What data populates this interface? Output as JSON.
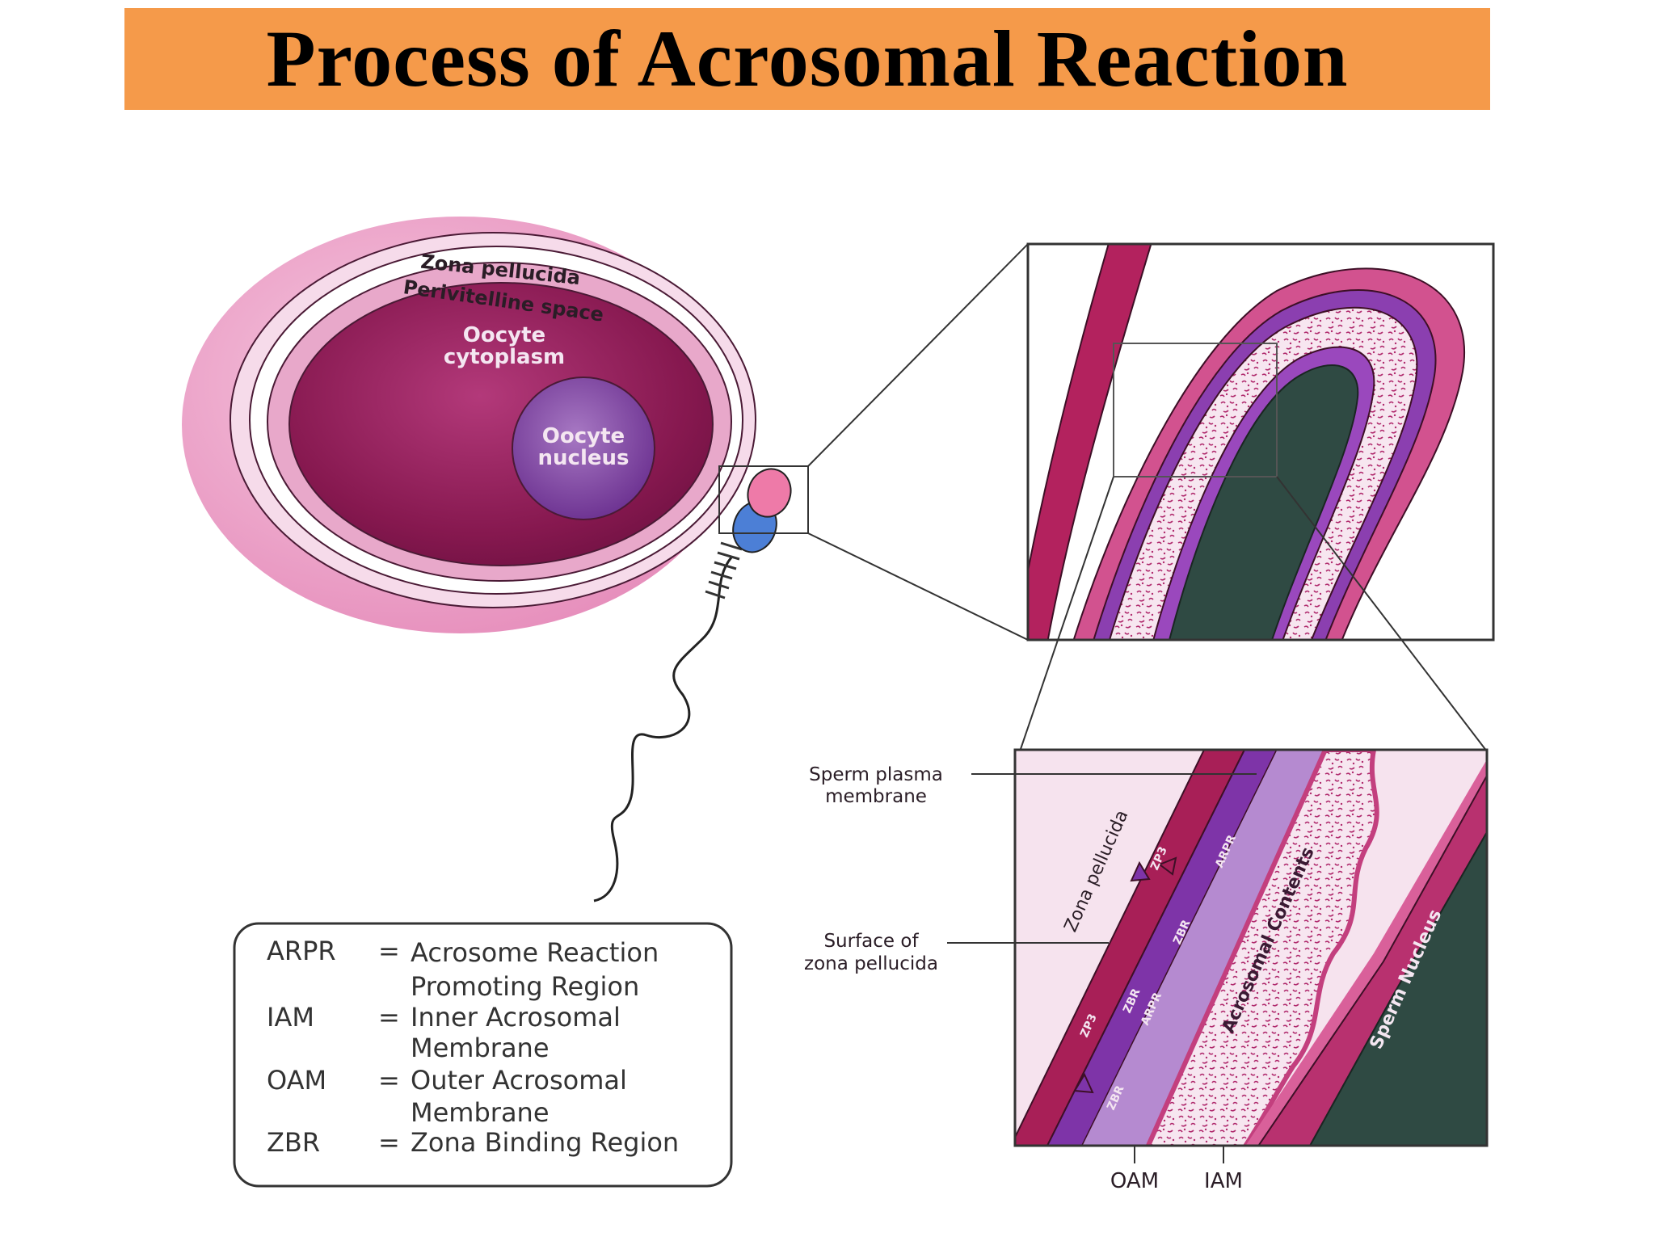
{
  "title": "Process of Acrosomal Reaction",
  "oocyte": {
    "zona_label": "Zona pellucida",
    "perivitelline_label": "Perivitelline space",
    "cytoplasm_label_line1": "Oocyte",
    "cytoplasm_label_line2": "cytoplasm",
    "nucleus_label_line1": "Oocyte",
    "nucleus_label_line2": "nucleus"
  },
  "detail": {
    "plasma_membrane_line1": "Sperm plasma",
    "plasma_membrane_line2": "membrane",
    "surface_line1": "Surface of",
    "surface_line2": "zona pellucida",
    "zona_pellucida": "Zona pellucida",
    "acrosomal_contents": "Acrosomal Contents",
    "sperm_nucleus": "Sperm Nucleus",
    "zp3_a": "ZP3",
    "zp3_b": "ZP3",
    "zbr_a": "ZBR",
    "zbr_b": "ZBR",
    "zbr_c": "ZBR",
    "arpr_a": "ARPR",
    "arpr_b": "ARPR",
    "oam": "OAM",
    "iam": "IAM"
  },
  "legend": [
    {
      "abbr": "ARPR",
      "eq": "=",
      "line1": "Acrosome Reaction",
      "line2": "Promoting Region"
    },
    {
      "abbr": "IAM",
      "eq": "=",
      "line1": "Inner Acrosomal",
      "line2": "Membrane"
    },
    {
      "abbr": "OAM",
      "eq": "=",
      "line1": "Outer Acrosomal",
      "line2": "Membrane"
    },
    {
      "abbr": "ZBR",
      "eq": "=",
      "line1": "Zona Binding Region",
      "line2": ""
    }
  ],
  "colors": {
    "title_bg": "#f59a4a",
    "zona": "#e98bbd",
    "cytoplasm": "#8e1f5a",
    "nucleus": "#8a4aa6",
    "sperm_nucleus": "#2f4a43",
    "acrosome": "#8b3fb0",
    "plasma": "#b8316f"
  }
}
